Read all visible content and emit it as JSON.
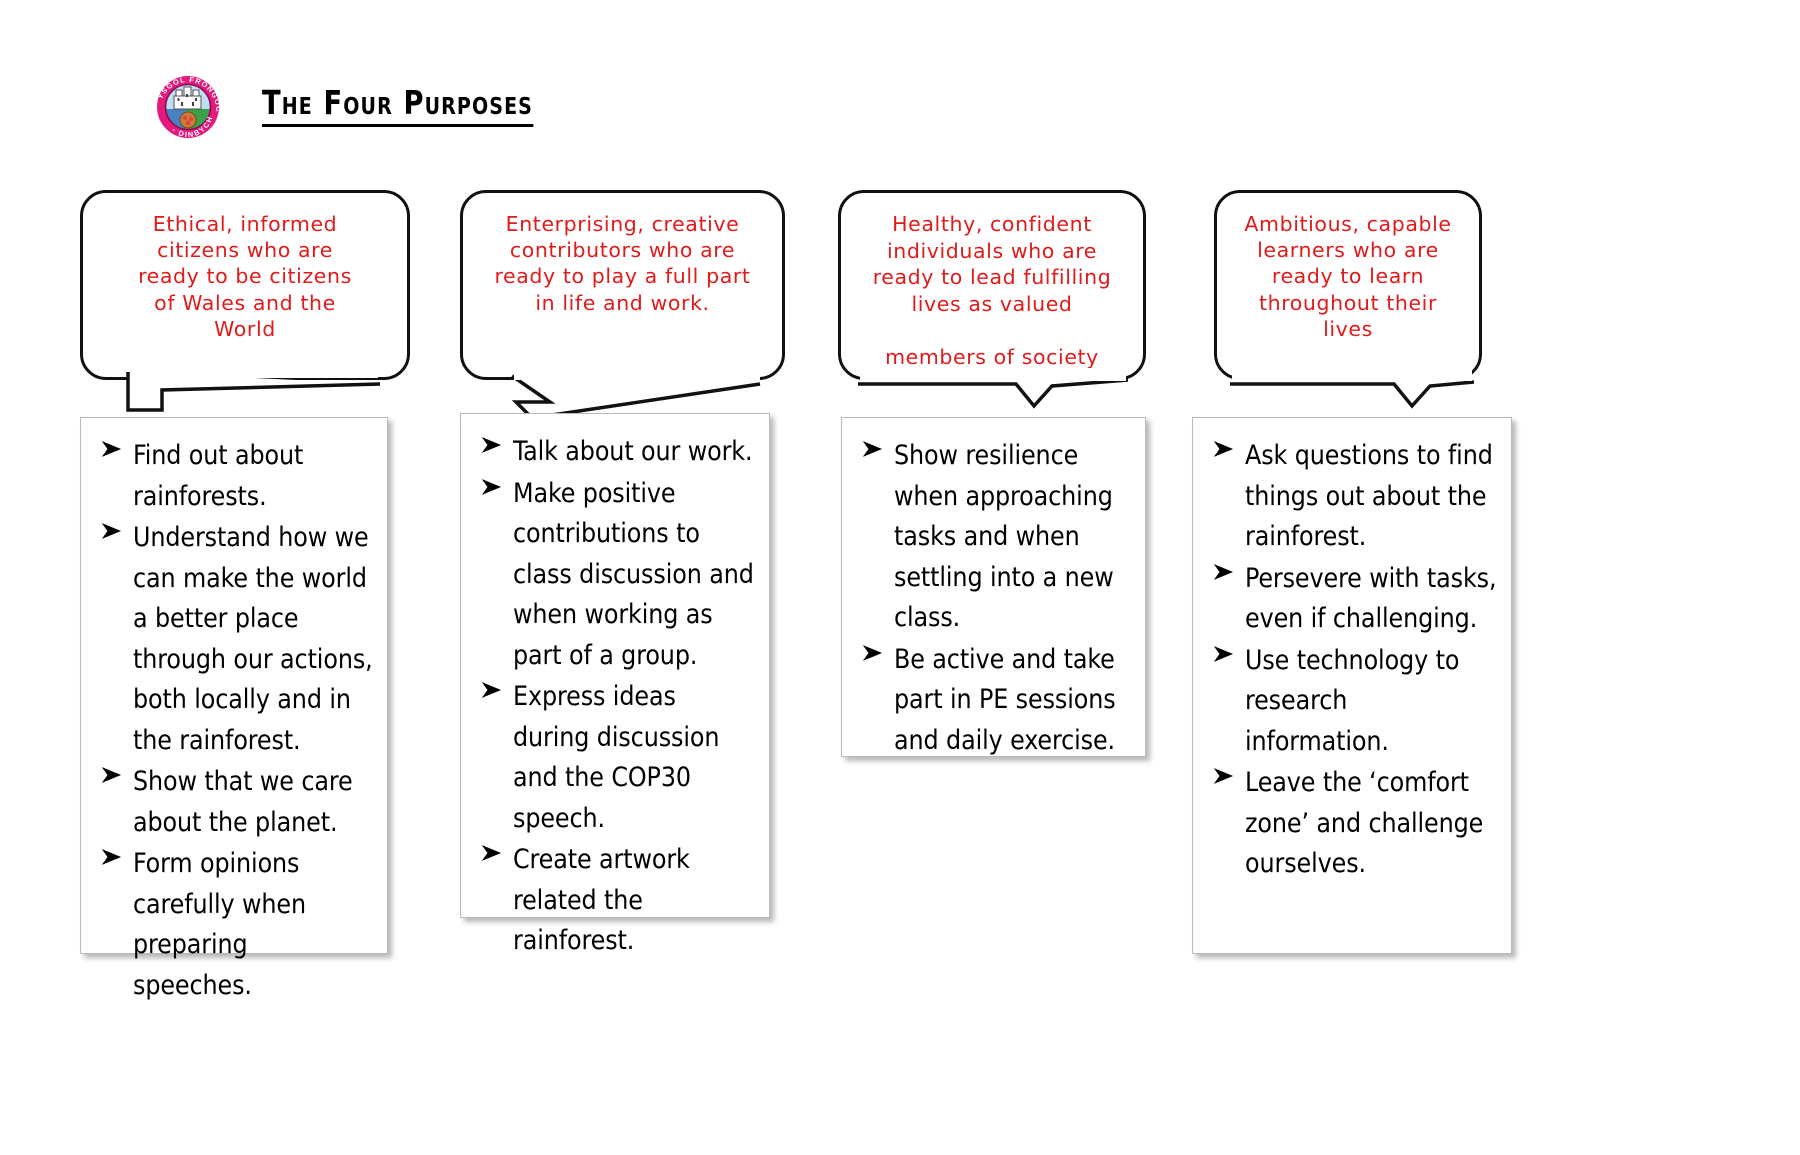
{
  "header": {
    "title": "The Four Purposes",
    "logo": {
      "name": "ysgol-frongoch-crest",
      "top_text": "YSGOL FRONGOCH",
      "bottom_text": "DINBYCH",
      "ring_color": "#e6197f",
      "shield_green": "#3aa14a",
      "shield_blue": "#4a7fc1"
    }
  },
  "colors": {
    "bubble_text": "#e01b1b",
    "bubble_border": "#111111",
    "box_border": "#b9b9b9",
    "body_text": "#000000"
  },
  "columns": [
    {
      "id": "ethical-informed-citizens",
      "bubble": "Ethical, informed\ncitizens who are\nready to be citizens\nof Wales and the\nWorld",
      "bullets": [
        "Find out about rainforests.",
        "Understand how we can make the world a better place through our actions, both locally and in the rainforest.",
        "Show that we care about the planet.",
        "Form opinions carefully when preparing speeches."
      ]
    },
    {
      "id": "enterprising-creative-contributors",
      "bubble": "Enterprising,  creative\ncontributors who are\nready to play a full part\nin life and work.",
      "bullets": [
        "Talk about our work.",
        "Make positive contributions to class discussion and when working as part of a group.",
        "Express ideas during discussion and the COP30 speech.",
        "Create artwork related the rainforest."
      ]
    },
    {
      "id": "healthy-confident-individuals",
      "bubble": "Healthy, confident\nindividuals who are\nready to lead  fulfilling\nlives as valued\n\nmembers of society",
      "bullets": [
        "Show resilience when approaching tasks and when settling into a new class.",
        "Be active and take part in PE sessions and daily exercise."
      ]
    },
    {
      "id": "ambitious-capable-learners",
      "bubble": "Ambitious, capable\nlearners who are\nready to learn\nthroughout their\nlives",
      "bullets": [
        "Ask questions to find things out about the rainforest.",
        "Persevere with tasks, even if challenging.",
        "Use technology to research information.",
        "Leave the ‘comfort zone’ and challenge ourselves."
      ]
    }
  ]
}
